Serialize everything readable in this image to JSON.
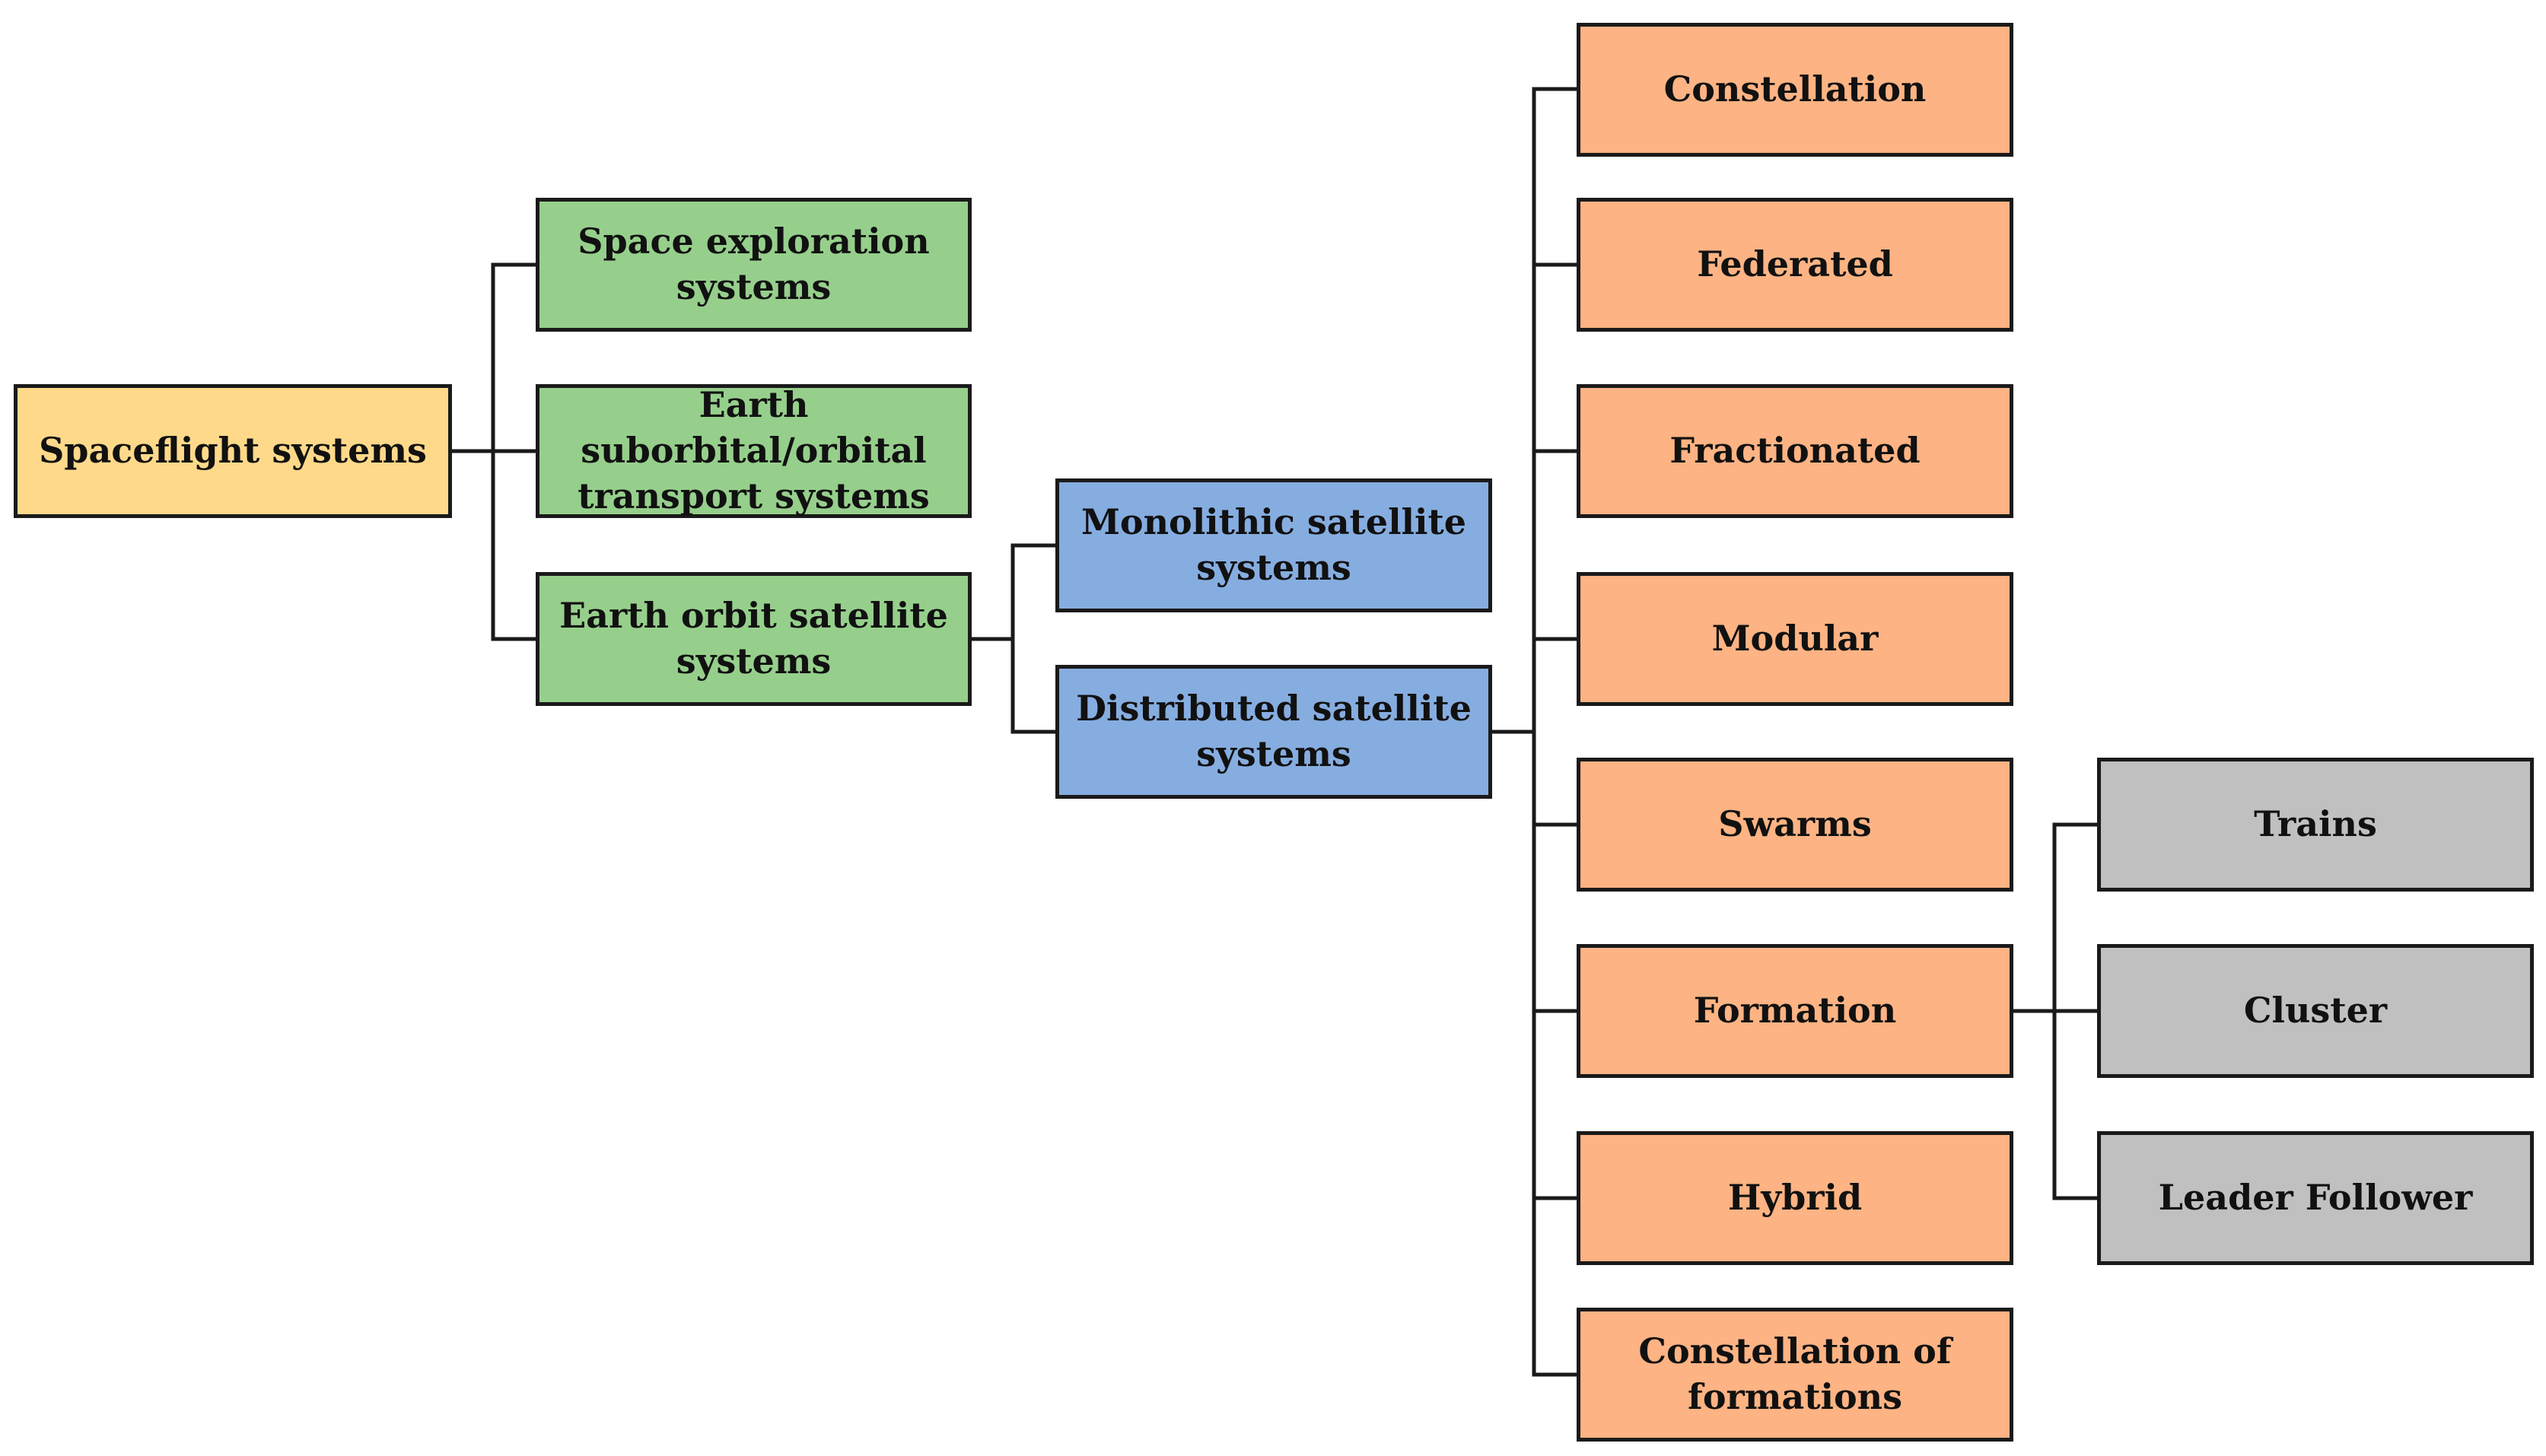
{
  "colors": {
    "root": "#ffd98a",
    "level1": "#96cf8c",
    "level2": "#86ade0",
    "level3": "#fdb383",
    "level4": "#c0c0c0",
    "border": "#1a1a1a"
  },
  "nodes": {
    "spaceflight": "Spaceflight systems",
    "space_exploration": "Space exploration\nsystems",
    "earth_suborbital": "Earth suborbital/orbital\ntransport systems",
    "earth_orbit": "Earth orbit satellite\nsystems",
    "monolithic": "Monolithic satellite\nsystems",
    "distributed": "Distributed satellite\nsystems",
    "constellation": "Constellation",
    "federated": "Federated",
    "fractionated": "Fractionated",
    "modular": "Modular",
    "swarms": "Swarms",
    "formation": "Formation",
    "hybrid": "Hybrid",
    "constellation_of_formations": "Constellation of\nformations",
    "trains": "Trains",
    "cluster": "Cluster",
    "leader_follower": "Leader Follower"
  }
}
